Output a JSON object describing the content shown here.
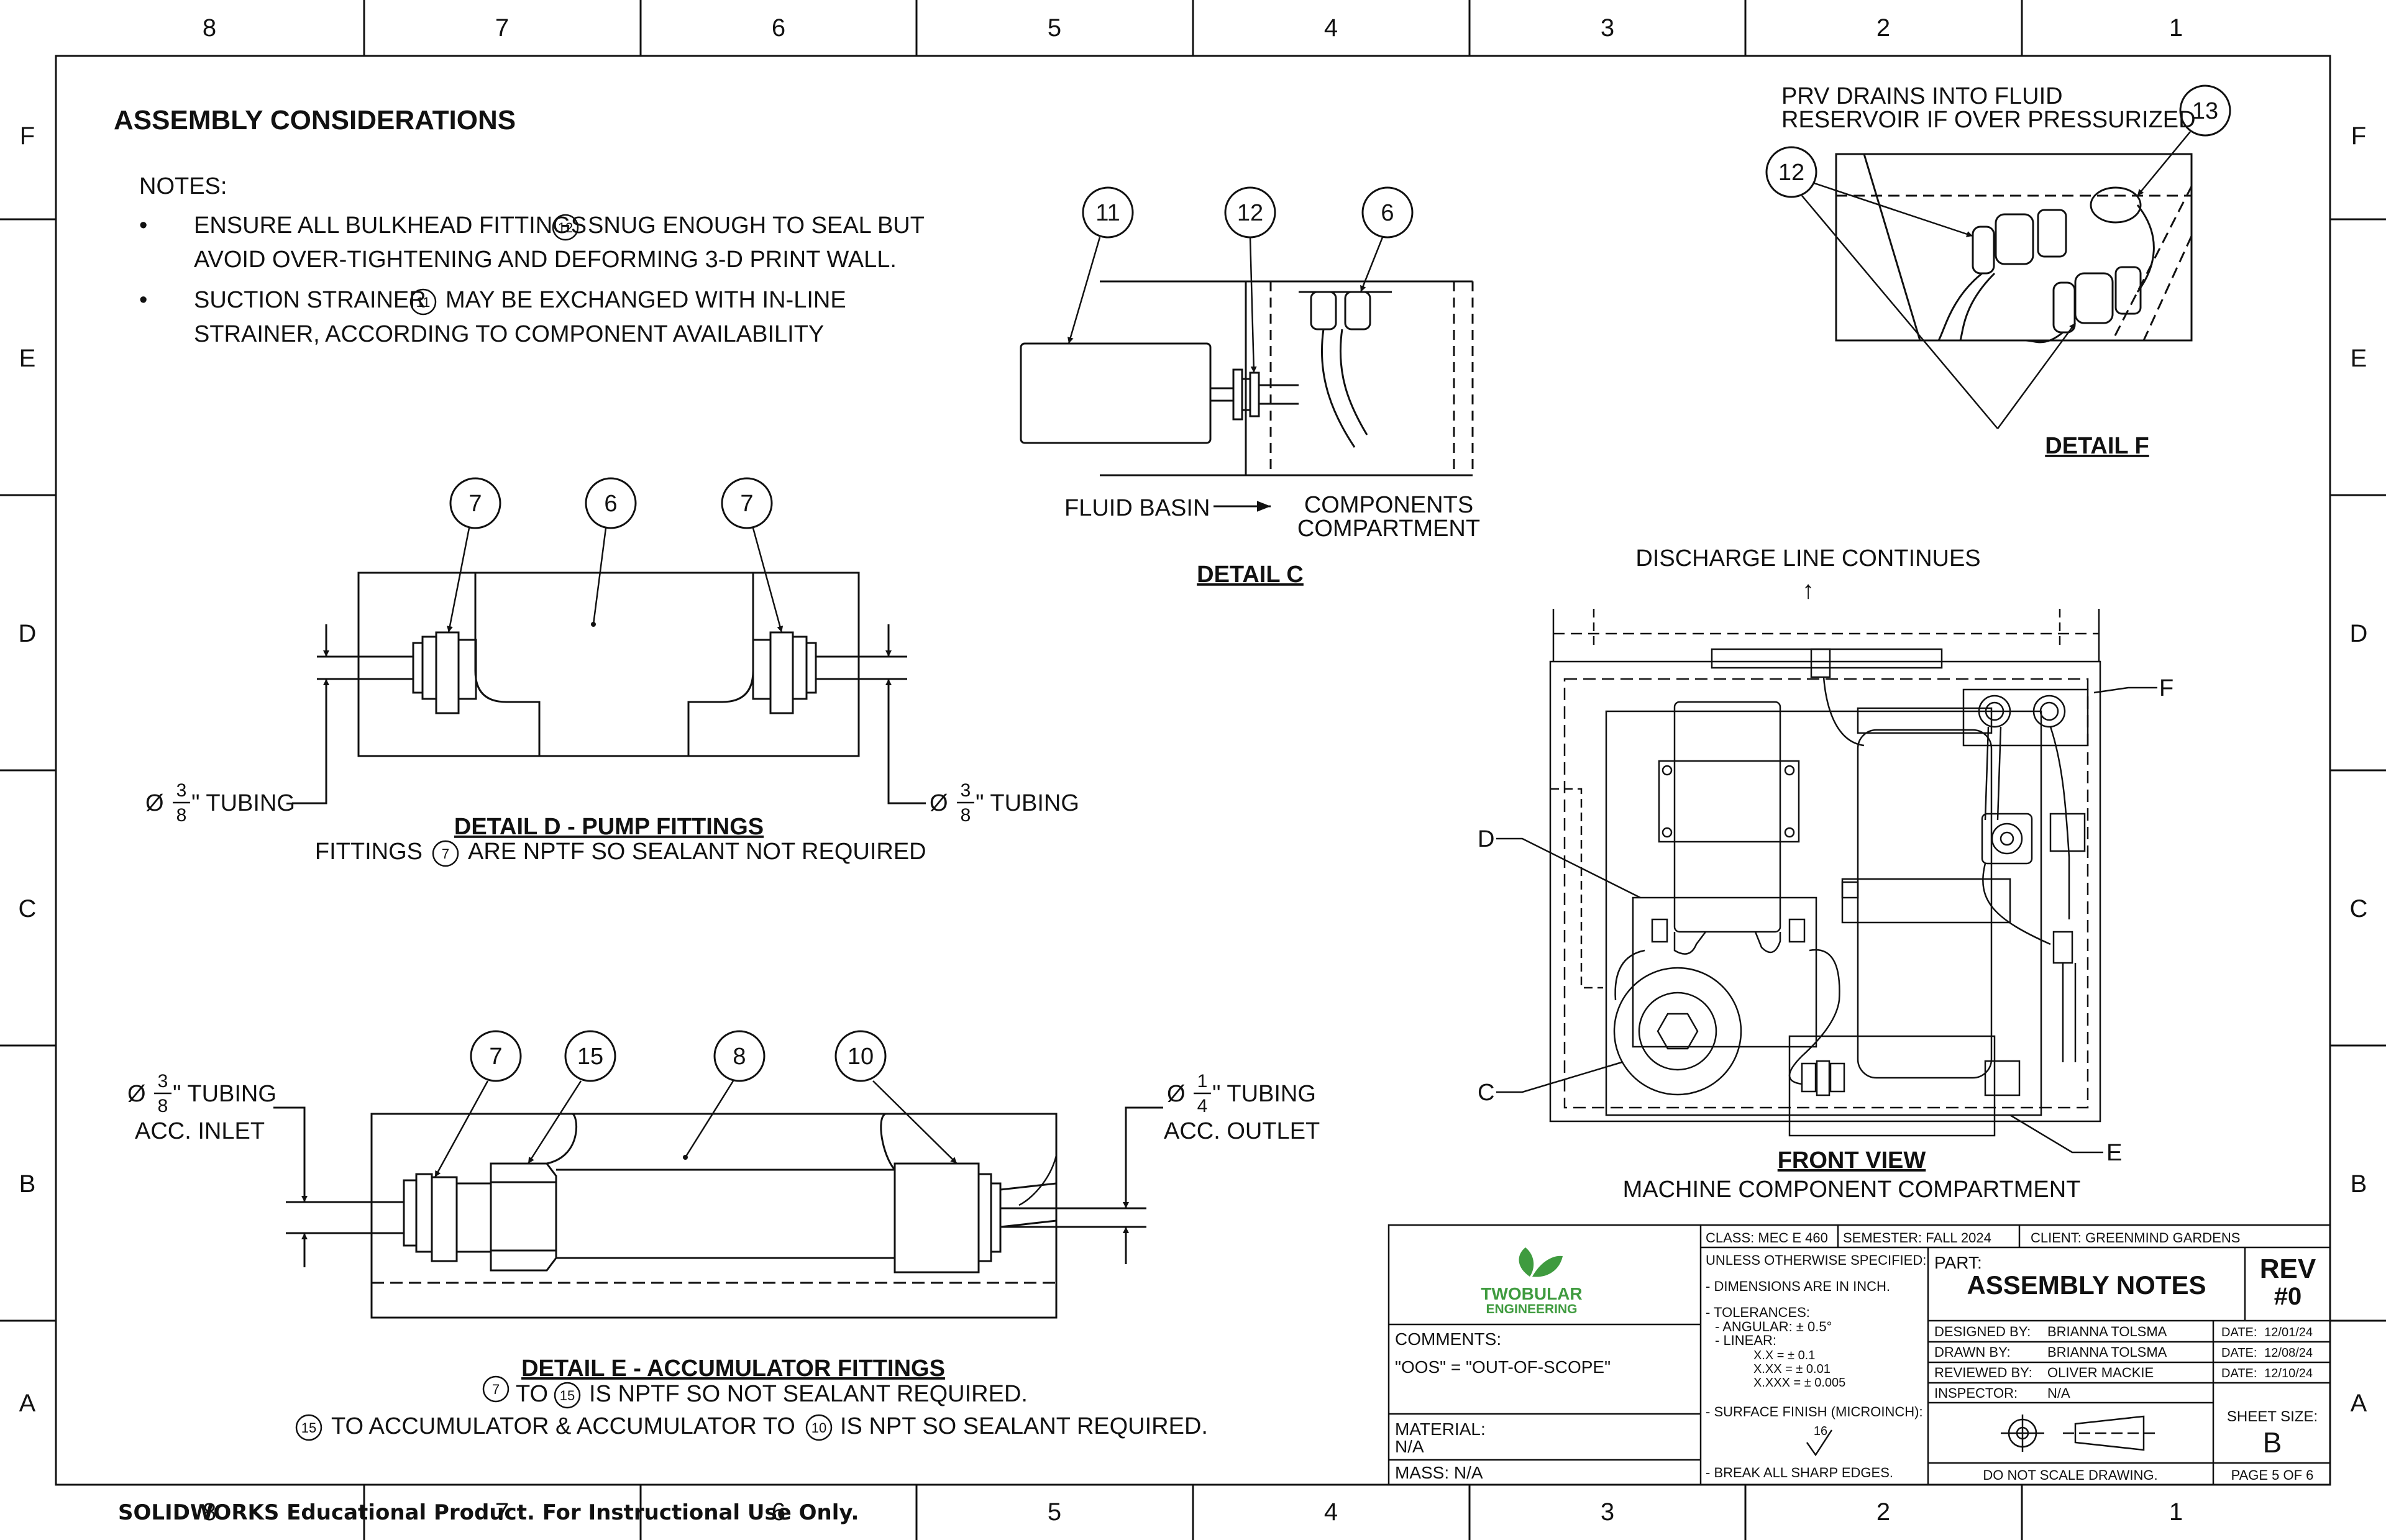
{
  "zones": {
    "columns": [
      "8",
      "7",
      "6",
      "5",
      "4",
      "3",
      "2",
      "1"
    ],
    "rows": [
      "F",
      "E",
      "D",
      "C",
      "B",
      "A"
    ]
  },
  "title": "ASSEMBLY CONSIDERATIONS",
  "notes": {
    "heading": "NOTES:",
    "items": [
      {
        "bullet": "•",
        "line1_a": "ENSURE ALL BULKHEAD FITTINGS",
        "line1_ref": "12",
        "line1_b": "SNUG ENOUGH TO SEAL BUT",
        "line2": "AVOID OVER-TIGHTENING AND DEFORMING 3-D PRINT WALL."
      },
      {
        "bullet": "•",
        "line1_a": "SUCTION STRAINER",
        "line1_ref": "11",
        "line1_b": "MAY BE EXCHANGED WITH IN-LINE",
        "line2": "STRAINER, ACCORDING TO COMPONENT AVAILABILITY"
      }
    ]
  },
  "detail_c": {
    "balloons": [
      "11",
      "12",
      "6"
    ],
    "label_from": "FLUID BASIN",
    "label_to_1": "COMPONENTS",
    "label_to_2": "COMPARTMENT",
    "title": "DETAIL C"
  },
  "detail_f": {
    "note_1": "PRV DRAINS INTO FLUID",
    "note_2": "RESERVOIR IF OVER PRESSURIZED",
    "balloons": [
      "12",
      "13"
    ],
    "title": "DETAIL F"
  },
  "detail_d": {
    "balloons": [
      "7",
      "6",
      "7"
    ],
    "tubing_left_prefix": "Ø",
    "tubing_left_num": "3",
    "tubing_left_den": "8",
    "tubing_left_suffix": "\" TUBING",
    "tubing_right_prefix": "Ø",
    "tubing_right_num": "3",
    "tubing_right_den": "8",
    "tubing_right_suffix": "\" TUBING",
    "title": "DETAIL D - PUMP FITTINGS",
    "subtitle_a": "FITTINGS",
    "subtitle_ref": "7",
    "subtitle_b": "ARE NPTF SO SEALANT NOT REQUIRED"
  },
  "front_view": {
    "discharge_label": "DISCHARGE LINE CONTINUES",
    "arrow_glyph": "↑",
    "callouts": [
      "D",
      "C",
      "F",
      "E"
    ],
    "title": "FRONT VIEW",
    "subtitle": "MACHINE COMPONENT COMPARTMENT"
  },
  "detail_e": {
    "balloons": [
      "7",
      "15",
      "8",
      "10"
    ],
    "inlet_prefix": "Ø",
    "inlet_num": "3",
    "inlet_den": "8",
    "inlet_suffix": "\" TUBING",
    "inlet_label": "ACC. INLET",
    "outlet_prefix": "Ø",
    "outlet_num": "1",
    "outlet_den": "4",
    "outlet_suffix": "\" TUBING",
    "outlet_label": "ACC. OUTLET",
    "title": "DETAIL E - ACCUMULATOR FITTINGS",
    "line1_ref_a": "7",
    "line1_to": "TO",
    "line1_ref_b": "15",
    "line1_text": "IS NPTF SO NOT SEALANT REQUIRED.",
    "line2_ref_a": "15",
    "line2_text_a": "TO ACCUMULATOR & ACCUMULATOR TO",
    "line2_ref_b": "10",
    "line2_text_b": "IS NPT SO SEALANT REQUIRED."
  },
  "title_block": {
    "logo_line1": "TWOBULAR",
    "logo_line2": "ENGINEERING",
    "logo_color": "#3f9b3f",
    "comments_label": "COMMENTS:",
    "comments_value": "\"OOS\" = \"OUT-OF-SCOPE\"",
    "material_label": "MATERIAL:",
    "material_value": "N/A",
    "mass": "MASS:  N/A",
    "class": "CLASS: MEC E 460",
    "semester": "SEMESTER: FALL 2024",
    "client": "CLIENT: GREENMIND GARDENS",
    "spec_header": "UNLESS OTHERWISE SPECIFIED:",
    "spec_dims": "- DIMENSIONS ARE IN INCH.",
    "spec_tol": "- TOLERANCES:",
    "spec_ang": "- ANGULAR: ± 0.5°",
    "spec_lin": "- LINEAR:",
    "spec_x1": "X.X        = ± 0.1",
    "spec_x2": "X.XX       = ± 0.01",
    "spec_x3": "X.XXX     = ± 0.005",
    "spec_finish": "- SURFACE FINISH (MICROINCH):",
    "spec_finish_value": "16",
    "spec_edges": "- BREAK ALL SHARP EDGES.",
    "part_label": "PART:",
    "part_name": "ASSEMBLY NOTES",
    "rev_label": "REV",
    "rev_value": "#0",
    "designed_label": "DESIGNED BY:",
    "designed_value": "BRIANNA TOLSMA",
    "designed_date_label": "DATE:",
    "designed_date": "12/01/24",
    "drawn_label": "DRAWN BY:",
    "drawn_value": "BRIANNA TOLSMA",
    "drawn_date_label": "DATE:",
    "drawn_date": "12/08/24",
    "reviewed_label": "REVIEWED BY:",
    "reviewed_value": "OLIVER MACKIE",
    "reviewed_date_label": "DATE:",
    "reviewed_date": "12/10/24",
    "inspector_label": "INSPECTOR:",
    "inspector_value": "N/A",
    "sheet_size_label": "SHEET SIZE:",
    "sheet_size_value": "B",
    "scale_note": "DO NOT SCALE DRAWING.",
    "page": "PAGE 5 OF 6"
  },
  "watermark": "SOLIDWORKS Educational Product. For Instructional Use Only."
}
